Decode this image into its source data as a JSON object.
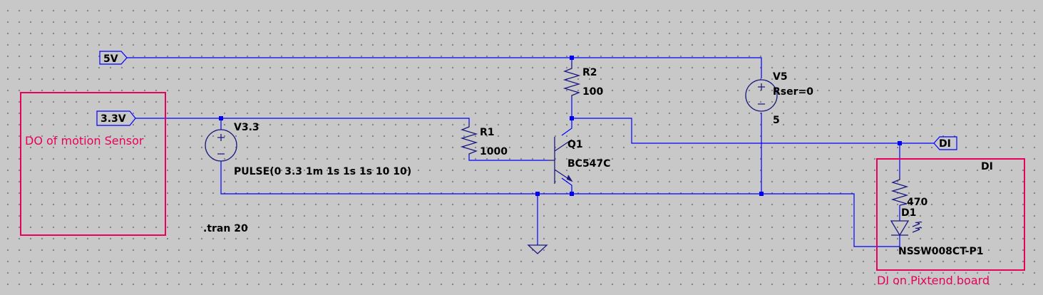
{
  "net_labels": {
    "v5": "5V",
    "v33": "3.3V",
    "di": "DI"
  },
  "components": {
    "r1": {
      "name": "R1",
      "value": "1000"
    },
    "r2": {
      "name": "R2",
      "value": "100"
    },
    "r3": {
      "value": "470"
    },
    "v33": {
      "name": "V3.3",
      "value": "PULSE(0 3.3 1m 1s 1s 1s 10 10)"
    },
    "v5": {
      "name": "V5",
      "param": "Rser=0",
      "value": "5"
    },
    "q1": {
      "name": "Q1",
      "model": "BC547C"
    },
    "d1": {
      "name": "D1",
      "model": "NSSW008CT-P1"
    }
  },
  "directive": ".tran 20",
  "annotations": {
    "motion_sensor": "DO of motion Sensor",
    "pixtend": "DI on Pixtend board",
    "di_box": "DI"
  },
  "colors": {
    "wire": "#0000ff",
    "component": "#1a1a80",
    "annotation": "#e8005a",
    "grid": "#c8c8c8"
  }
}
